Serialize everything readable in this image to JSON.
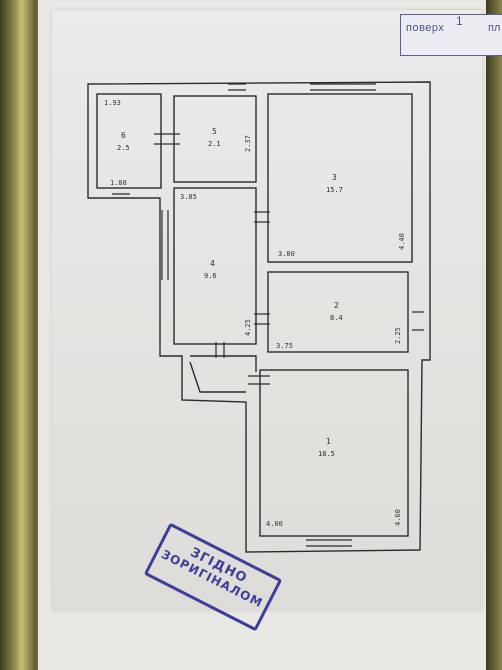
{
  "header": {
    "floor_label": "поверх",
    "floor_number": "1",
    "floor_tail": "пл"
  },
  "rooms": [
    {
      "id": "1",
      "area": "18.5"
    },
    {
      "id": "2",
      "area": "8.4"
    },
    {
      "id": "3",
      "area": "15.7"
    },
    {
      "id": "4",
      "area": "9.6"
    },
    {
      "id": "5",
      "area": "2.1"
    },
    {
      "id": "6",
      "area": "2.5"
    }
  ],
  "dimensions": {
    "r6_top": "1.93",
    "r6_bottom": "1.88",
    "r5_side": "2.37",
    "r4_top": "3.85",
    "r4_side": "4.25",
    "r3_bottom": "3.80",
    "r3_side": "4.40",
    "r2_bottom": "3.75",
    "r2_side": "2.25",
    "r1_bottom": "4.00",
    "r1_side": "4.60"
  },
  "stamp": {
    "line1": "ЗГІДНО",
    "line2": "ЗОРИГІНАЛОМ"
  },
  "colors": {
    "ink": "#2b2b2b",
    "stamp": "#3b3f9a",
    "paper": "#e6e5e2"
  }
}
